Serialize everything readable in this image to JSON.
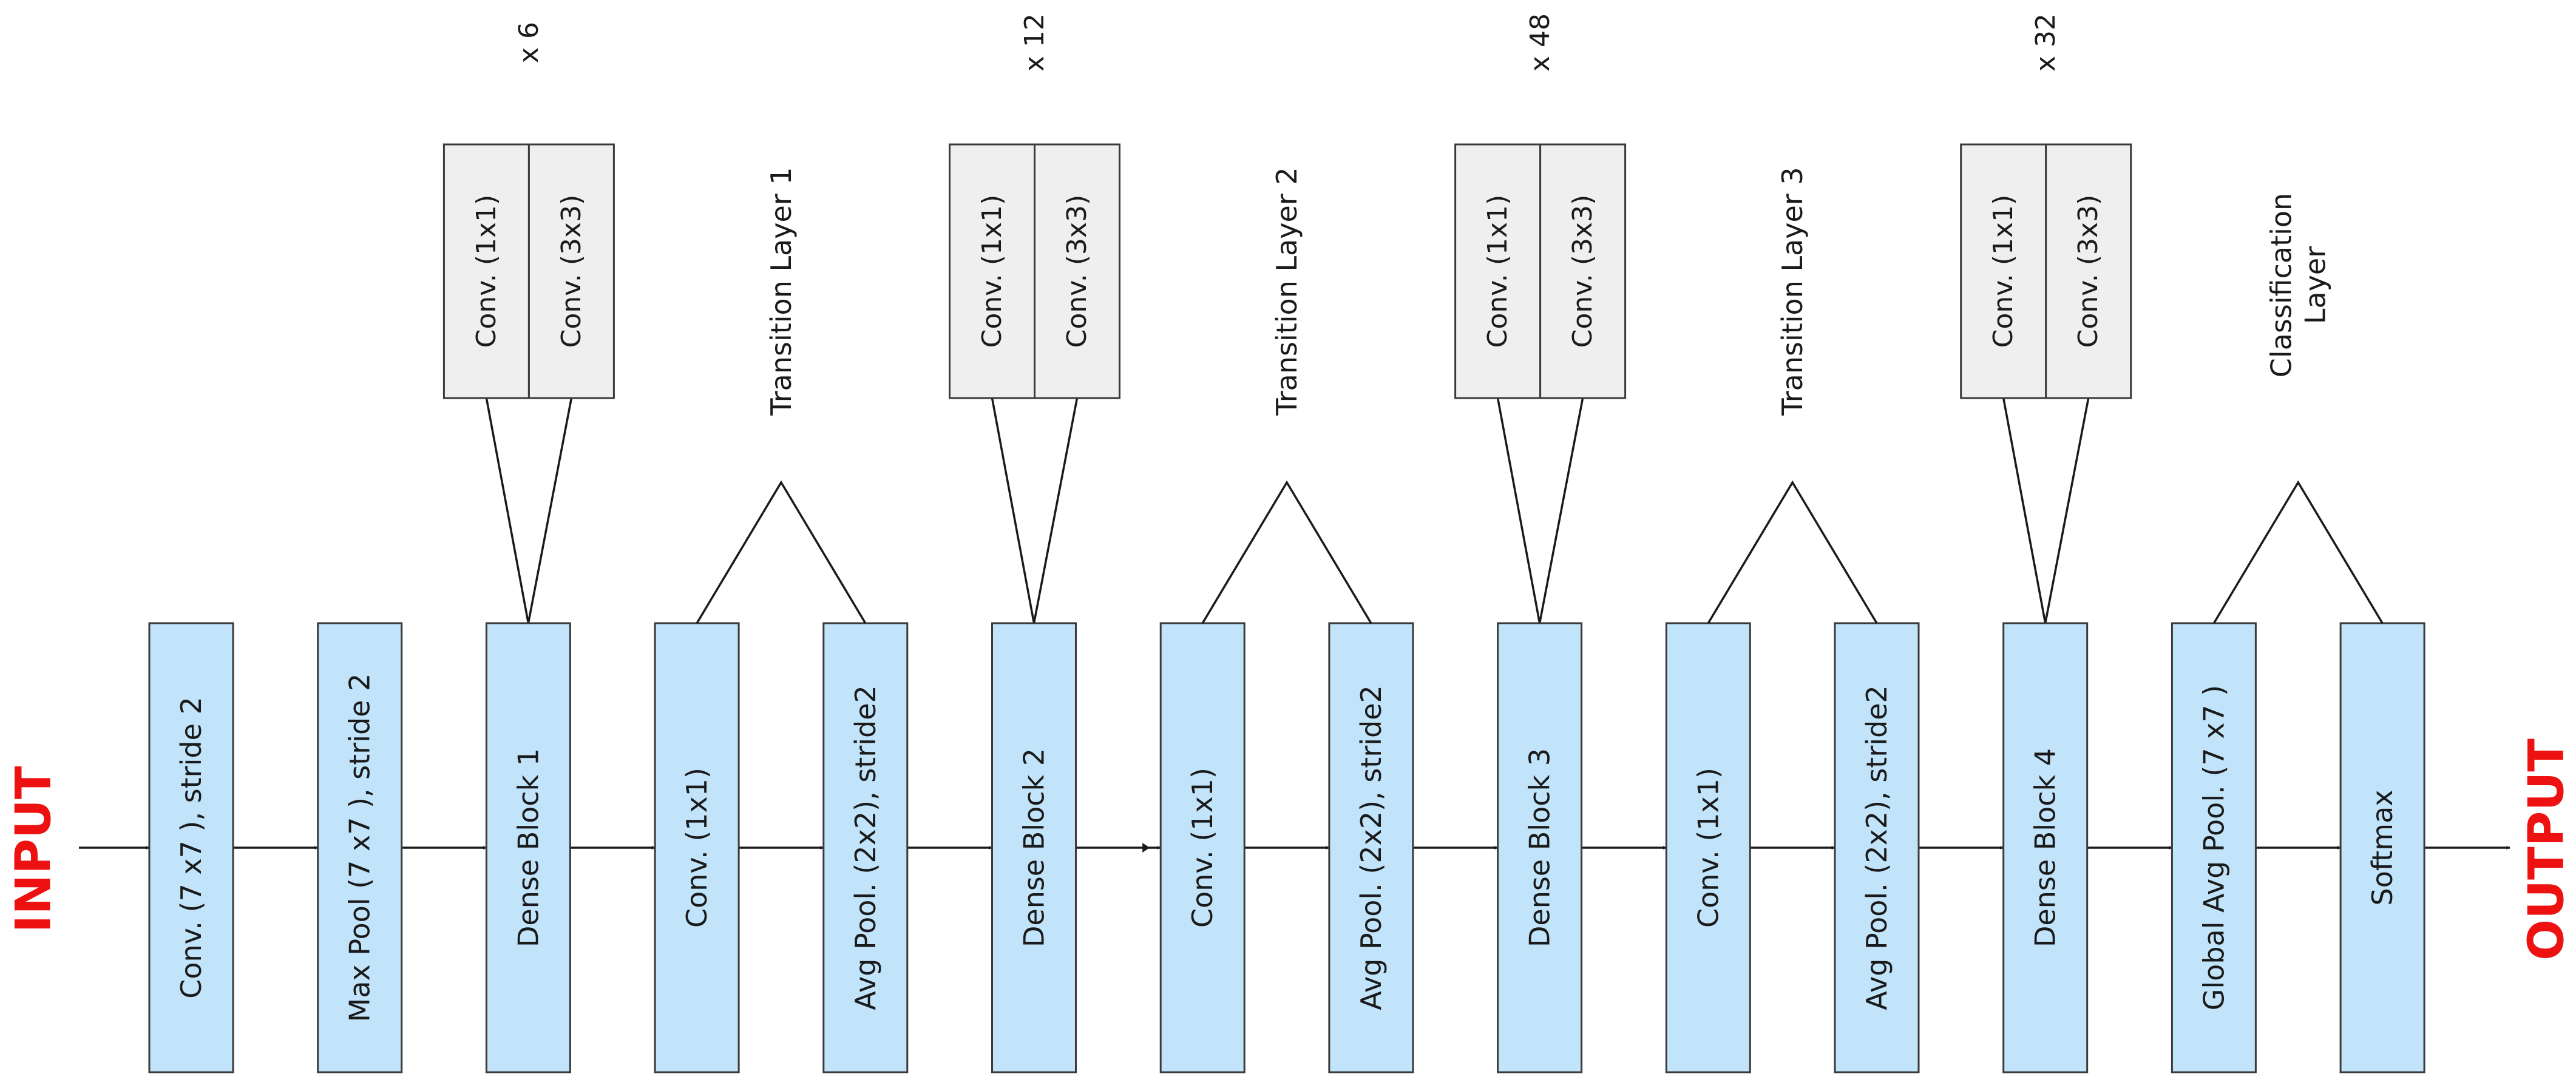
{
  "io": {
    "input_label": "INPUT",
    "output_label": "OUTPUT",
    "color": "#ee1111"
  },
  "colors": {
    "layer_fill": "#c2e4fb",
    "sub_fill": "#efefef",
    "stroke": "#3a3a3a"
  },
  "layers": [
    {
      "label": "Conv. (7 x7 ), stride 2"
    },
    {
      "label": "Max Pool (7 x7 ), stride 2"
    },
    {
      "label": "Dense Block 1"
    },
    {
      "label": "Conv. (1x1)"
    },
    {
      "label": "Avg Pool. (2x2), stride2"
    },
    {
      "label": "Dense Block 2"
    },
    {
      "label": "Conv. (1x1)"
    },
    {
      "label": "Avg Pool. (2x2), stride2"
    },
    {
      "label": "Dense Block 3"
    },
    {
      "label": "Conv. (1x1)"
    },
    {
      "label": "Avg Pool. (2x2), stride2"
    },
    {
      "label": "Dense Block 4"
    },
    {
      "label": "Global Avg Pool. (7 x7 )"
    },
    {
      "label": "Softmax"
    }
  ],
  "dense_blocks": [
    {
      "repeat": "x 6",
      "conv1": "Conv. (1x1)",
      "conv2": "Conv. (3x3)"
    },
    {
      "repeat": "x 12",
      "conv1": "Conv. (1x1)",
      "conv2": "Conv. (3x3)"
    },
    {
      "repeat": "x 48",
      "conv1": "Conv. (1x1)",
      "conv2": "Conv. (3x3)"
    },
    {
      "repeat": "x 32",
      "conv1": "Conv. (1x1)",
      "conv2": "Conv. (3x3)"
    }
  ],
  "groups": [
    {
      "lines": [
        "Transition Layer 1"
      ]
    },
    {
      "lines": [
        "Transition Layer 2"
      ]
    },
    {
      "lines": [
        "Transition Layer 3"
      ]
    },
    {
      "lines": [
        "Classification",
        "Layer"
      ]
    }
  ]
}
